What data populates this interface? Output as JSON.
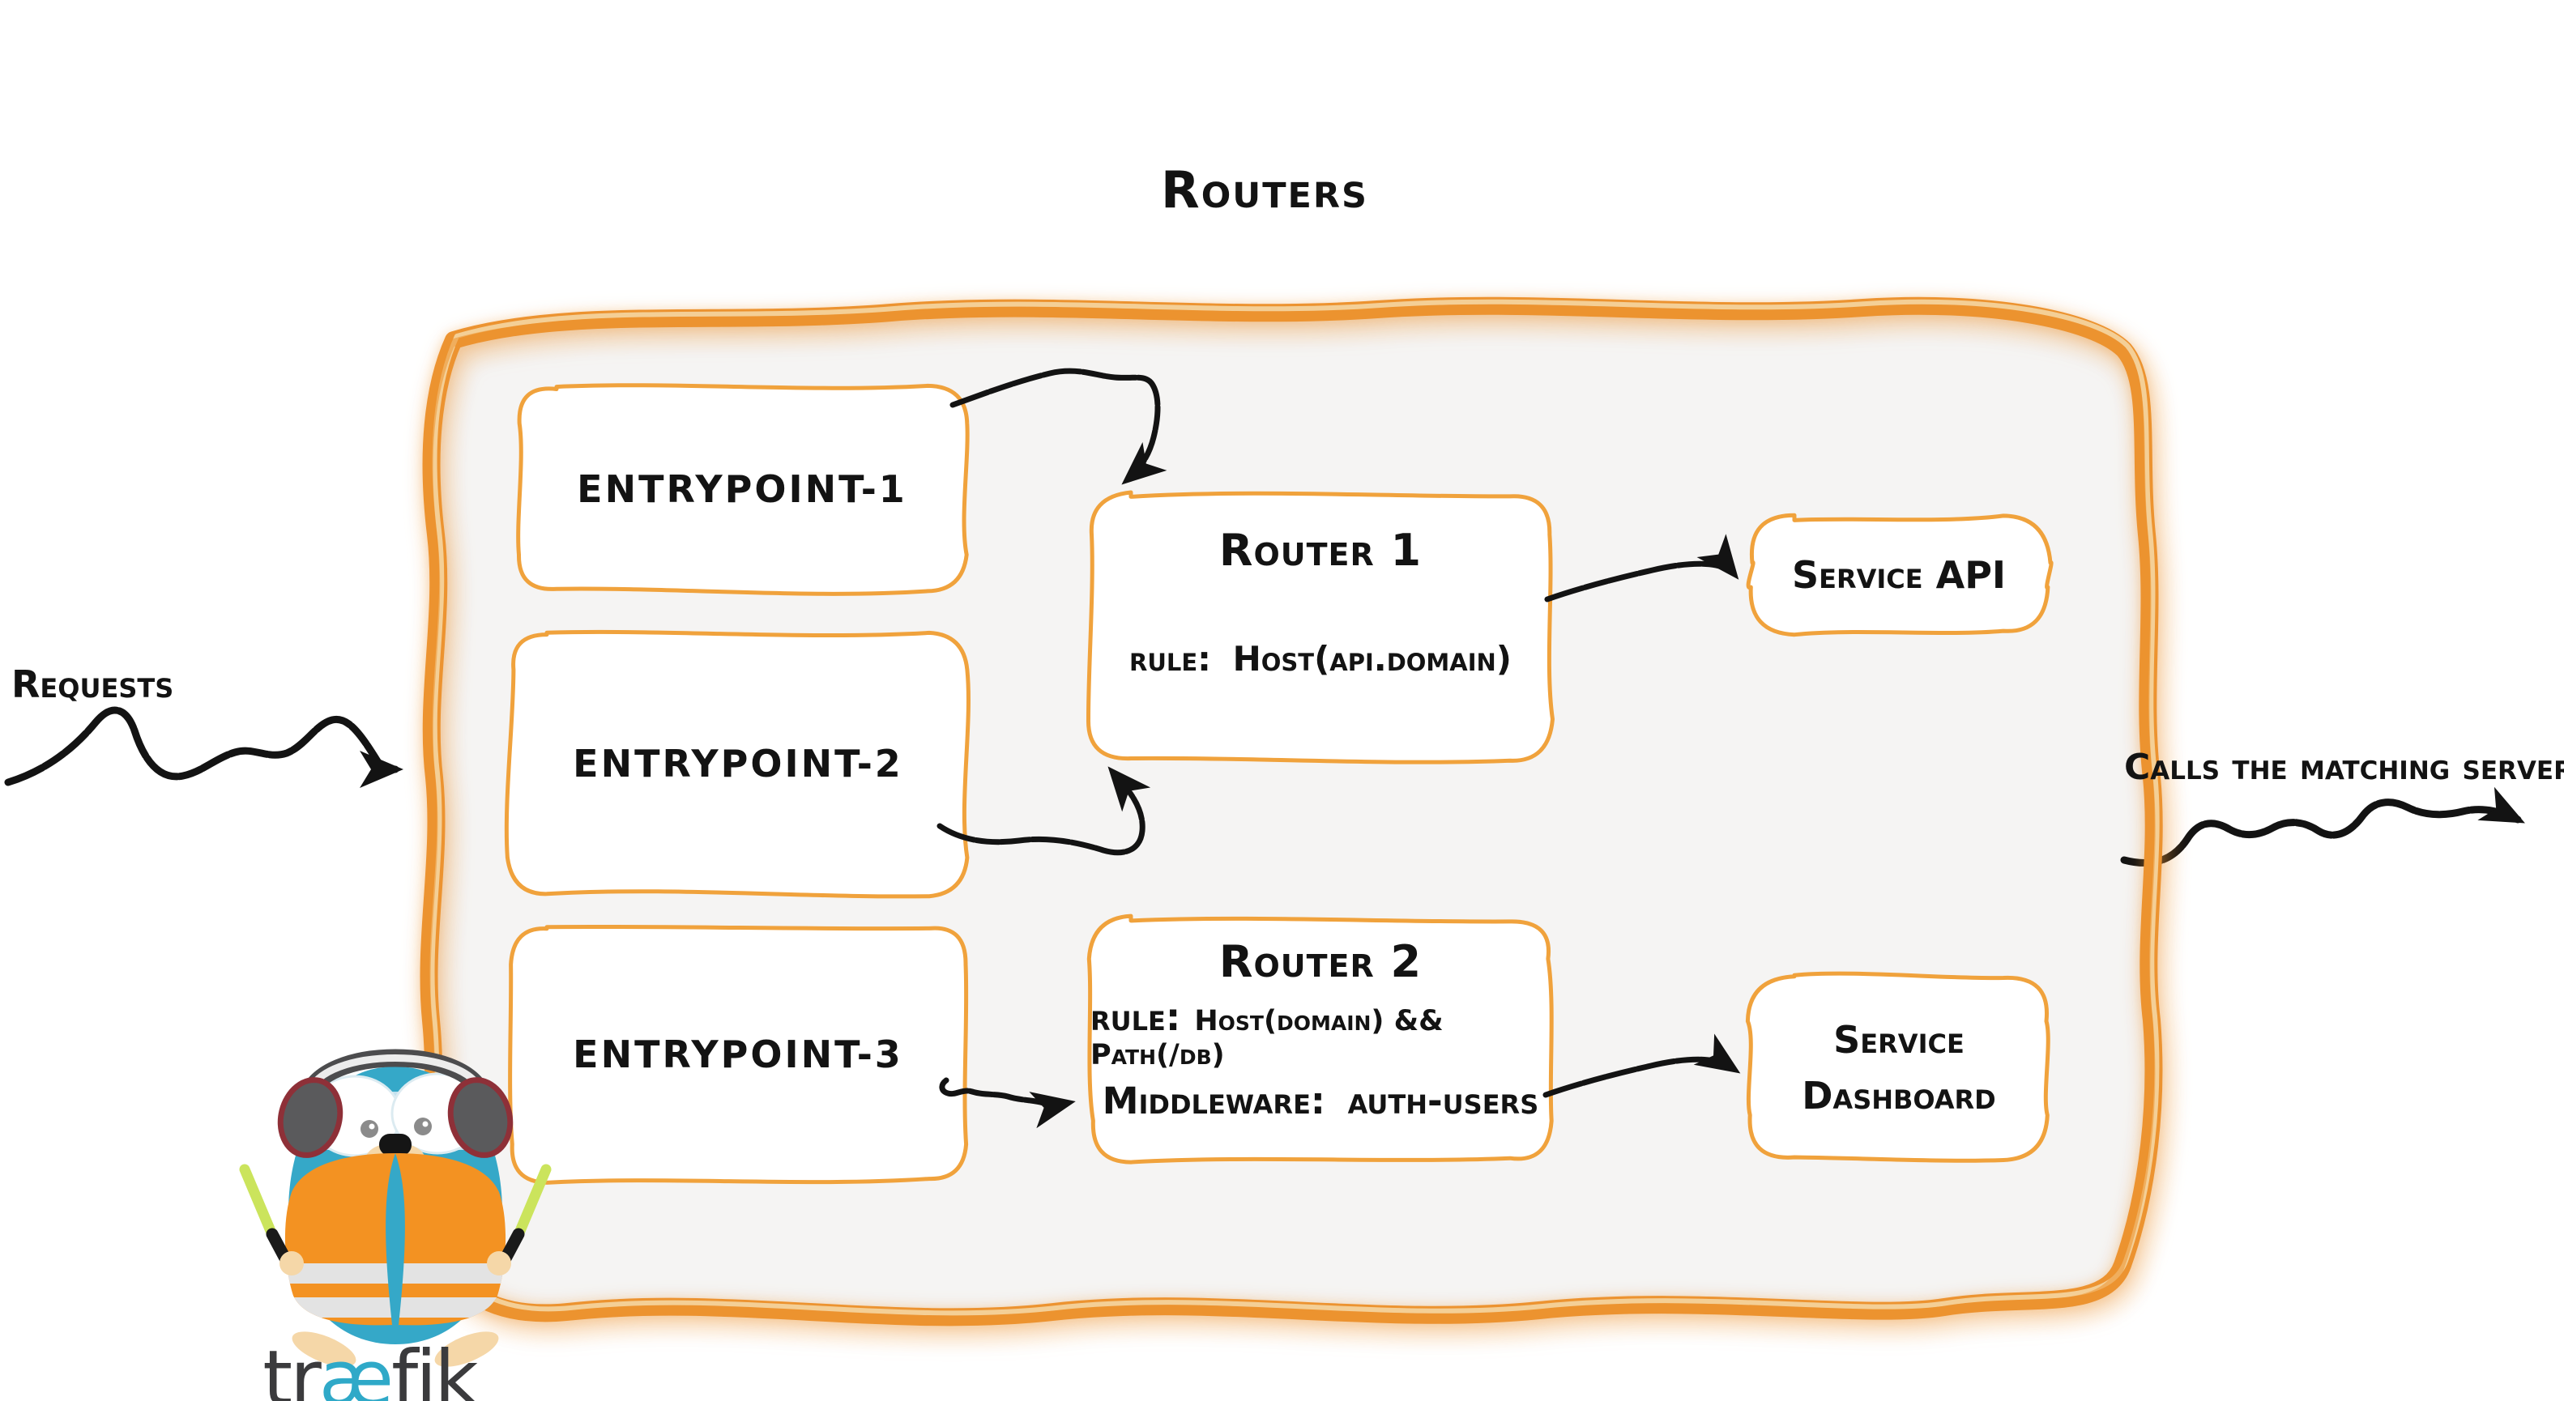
{
  "title": "Routers",
  "annotations": {
    "requests": "Requests",
    "calls_matching_server": "Calls the matching server"
  },
  "entrypoints": [
    {
      "label": "entrypoint-1"
    },
    {
      "label": "entrypoint-2"
    },
    {
      "label": "entrypoint-3"
    }
  ],
  "routers": [
    {
      "name": "Router 1",
      "rule_label": "rule:",
      "rule_value": "Host(api.domain)"
    },
    {
      "name": "Router 2",
      "rule_label": "rule:",
      "rule_value": "Host(domain) && Path(/db)",
      "middleware_label": "Middleware:",
      "middleware_value": "auth-users"
    }
  ],
  "services": [
    {
      "label": "Service API"
    },
    {
      "label": "Service Dashboard"
    }
  ],
  "logo": {
    "wordmark_pre": "tr",
    "wordmark_ligature": "æ",
    "wordmark_post": "fik"
  },
  "colors": {
    "brush_orange": "#ec9330",
    "brush_streak": "#f6d9a8",
    "box_border_orange": "#f0a23c",
    "panel_fill": "#f5f4f3",
    "ink": "#131313",
    "logo_teal": "#2fa9c8",
    "logo_charcoal": "#3b3b3d",
    "gopher_body": "#35a8c8",
    "vest_orange": "#f39222"
  }
}
